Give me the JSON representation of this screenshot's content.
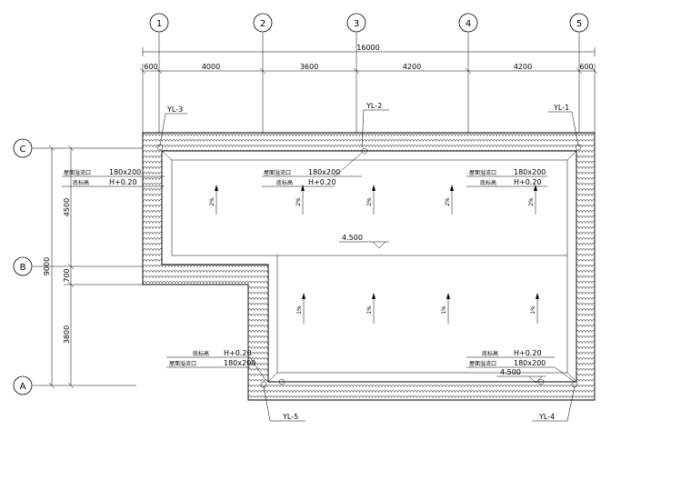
{
  "axes": {
    "columns": [
      "1",
      "2",
      "3",
      "4",
      "5"
    ],
    "rows": [
      "C",
      "B",
      "A"
    ]
  },
  "dimensions": {
    "overall_horizontal": "16000",
    "horizontal": [
      "600",
      "4000",
      "3600",
      "4200",
      "4200",
      "600"
    ],
    "overall_vertical": "9000",
    "vertical": [
      "4500",
      "700",
      "3800"
    ]
  },
  "downpipes": [
    "YL-3",
    "YL-2",
    "YL-1",
    "YL-5",
    "YL-4"
  ],
  "outlet_notes": [
    {
      "name_label": "屋面溢流口",
      "name_value": "180x200",
      "elev_label": "底标高",
      "elev_value": "H+0.20"
    },
    {
      "name_label": "屋面溢流口",
      "name_value": "180x200",
      "elev_label": "底标高",
      "elev_value": "H+0.20"
    },
    {
      "name_label": "屋面溢流口",
      "name_value": "180x200",
      "elev_label": "底标高",
      "elev_value": "H+0.20"
    },
    {
      "name_label": "屋面溢流口",
      "name_value": "180x200",
      "elev_label": "底标高",
      "elev_value": "H+0.20"
    },
    {
      "name_label": "屋面溢流口",
      "name_value": "180x200",
      "elev_label": "底标高",
      "elev_value": "H+0.20"
    }
  ],
  "elevations": [
    "4.500",
    "4.500"
  ],
  "slope_marks": {
    "top": "2%",
    "bottom": "1%"
  }
}
